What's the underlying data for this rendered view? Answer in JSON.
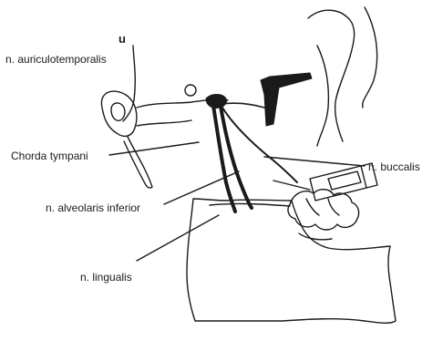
{
  "labels": {
    "n_auriculotemporalis": "n. auriculotemporalis",
    "chorda_tympani": "Chorda tympani",
    "n_buccalis": "n. buccalis",
    "n_alveolaris_inferior": "n. alveolaris inferior",
    "n_lingualis": "n. lingualis",
    "top_glyph": "u"
  },
  "caption": "",
  "colors": {
    "ink": "#1a1a1a",
    "paper": "#ffffff"
  }
}
